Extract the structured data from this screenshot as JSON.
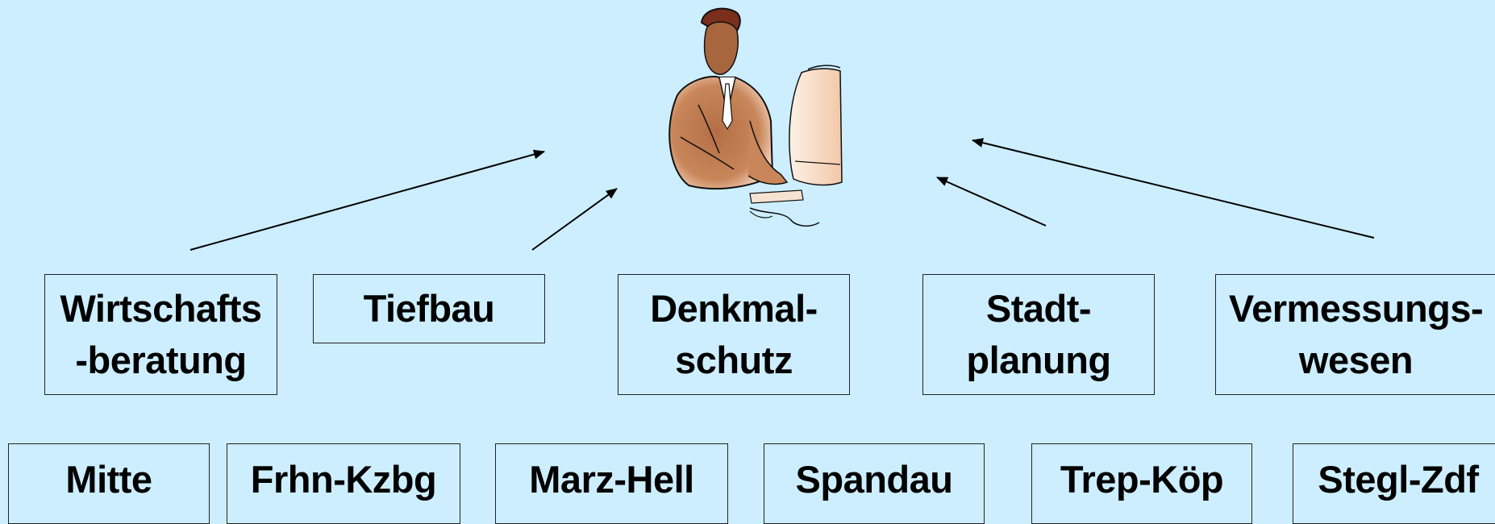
{
  "departments": [
    {
      "id": "wirtschaft",
      "line1": "Wirtschafts",
      "line2": "-beratung"
    },
    {
      "id": "tiefbau",
      "line1": "Tiefbau",
      "line2": ""
    },
    {
      "id": "denkmal",
      "line1": "Denkmal-",
      "line2": "schutz"
    },
    {
      "id": "stadt",
      "line1": "Stadt-",
      "line2": "planung"
    },
    {
      "id": "vermessung",
      "line1": "Vermessungs-",
      "line2": "wesen"
    }
  ],
  "districts": [
    "Mitte",
    "Frhn-Kzbg",
    "Marz-Hell",
    "Spandau",
    "Trep-Köp",
    "Stegl-Zdf"
  ],
  "colors": {
    "background": "#cdeeff",
    "box_border": "#222222",
    "text": "#000000",
    "arrow": "#000000"
  },
  "figure_icon": "person-at-computer-icon"
}
